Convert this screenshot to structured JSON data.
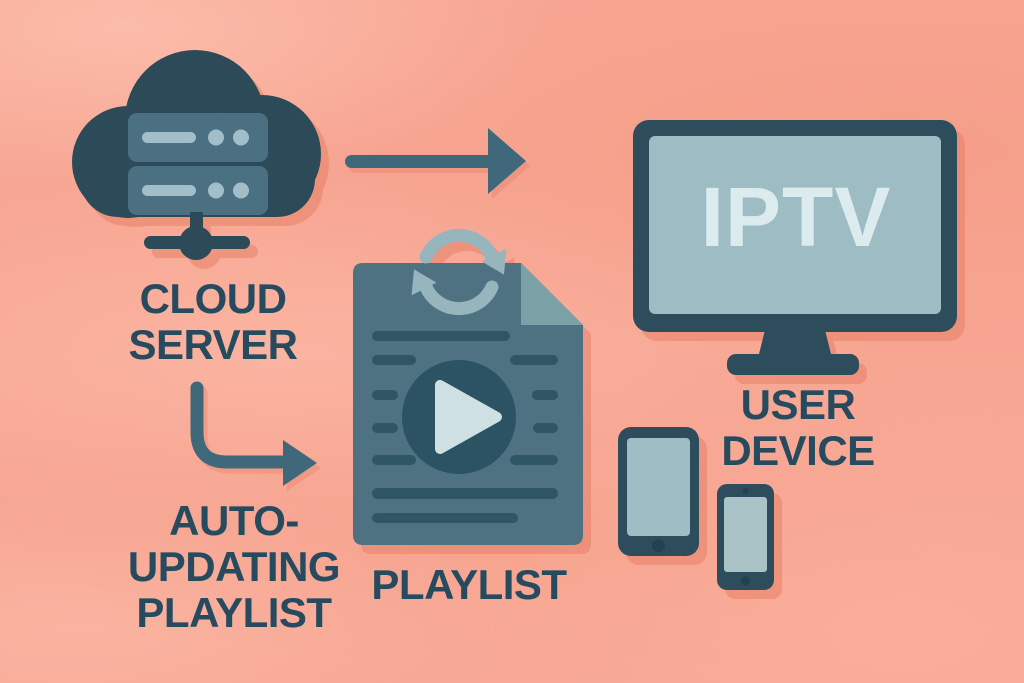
{
  "title": "IPTV auto-updating playlist diagram",
  "colors": {
    "background": "#f7a693",
    "background_wave_light": "#fcc0ae",
    "background_wave_dark": "#f29b87",
    "dark_teal": "#2d4a59",
    "mid_teal": "#4e7282",
    "doc_line_teal": "#2f5665",
    "screen_light": "#9dbcc4",
    "pale_accent": "#cfe0e2",
    "refresh_gray": "#96b5bd",
    "arrow_teal": "#3f697b",
    "label_text": "#274b5e",
    "drop_shadow": "#e57b61"
  },
  "nodes": {
    "cloud_server": {
      "label_lines": [
        "CLOUD",
        "SERVER"
      ]
    },
    "auto_updating": {
      "label_lines": [
        "AUTO-",
        "UPDATING",
        "PLAYLIST"
      ]
    },
    "playlist": {
      "label": "PLAYLIST"
    },
    "user_device": {
      "label_lines": [
        "USER",
        "DEVICE"
      ],
      "tv_screen_text": "IPTV"
    }
  },
  "flow": [
    "cloud server -> (arrow) -> IPTV user devices",
    "cloud server -> (elbow arrow) -> auto-updating playlist"
  ]
}
